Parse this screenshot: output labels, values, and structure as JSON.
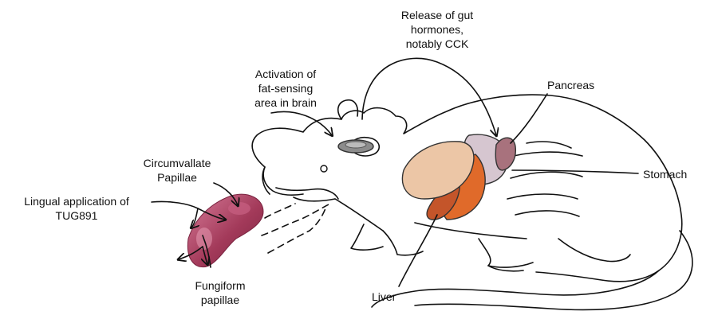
{
  "labels": {
    "gut_hormones": [
      "Release of gut",
      "hormones,",
      "notably CCK"
    ],
    "brain": [
      "Activation of",
      "fat-sensing",
      "area in brain"
    ],
    "pancreas": "Pancreas",
    "circumvallate": [
      "Circumvallate",
      "Papillae"
    ],
    "lingual": [
      "Lingual application of",
      "TUG891"
    ],
    "stomach": "Stomach",
    "fungiform": [
      "Fungiform",
      "papillae"
    ],
    "liver": "Liver"
  },
  "colors": {
    "liver_front": "#ecc6a6",
    "liver_back": "#e06a2a",
    "liver_shadow": "#c4552a",
    "stomach": "#d6c6d0",
    "pancreas": "#a8727d",
    "brain_area": "#8c8c8c",
    "tongue": "#a33a5a",
    "tongue_highlight": "#d77c99"
  }
}
